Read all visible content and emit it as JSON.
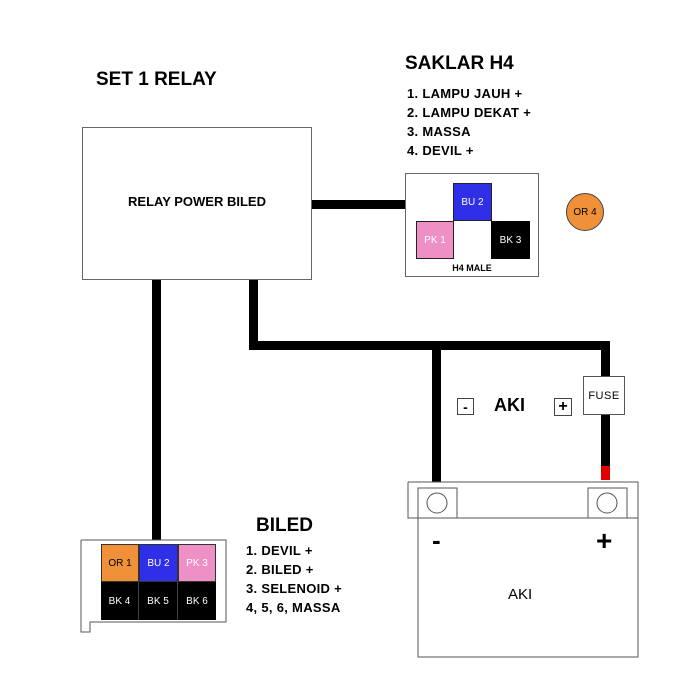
{
  "set_title": "SET 1 RELAY",
  "relay": {
    "label": "RELAY POWER BILED"
  },
  "saklar": {
    "title": "SAKLAR H4",
    "list": [
      "1. LAMPU JAUH +",
      "2. LAMPU DEKAT +",
      "3. MASSA",
      "4. DEVIL +"
    ],
    "connector_label": "H4 MALE",
    "pins": {
      "bu2": "BU 2",
      "pk1": "PK 1",
      "bk3": "BK 3"
    },
    "or4": "OR 4"
  },
  "aki": {
    "title": "AKI",
    "minus_sign": "-",
    "plus_sign": "+",
    "battery_label": "AKI",
    "terminal_minus": "-",
    "terminal_plus": "+",
    "fuse_label": "FUSE"
  },
  "biled": {
    "title": "BILED",
    "list": [
      "1. DEVIL +",
      "2. BILED +",
      "3. SELENOID +",
      "4, 5, 6, MASSA"
    ],
    "pins": {
      "or1": "OR 1",
      "bu2": "BU 2",
      "pk3": "PK 3",
      "bk4": "BK 4",
      "bk5": "BK 5",
      "bk6": "BK 6"
    }
  },
  "colors": {
    "orange": "#f0913a",
    "blue": "#2f2fe8",
    "pink": "#ee8fc6",
    "black": "#000000",
    "red": "#e00000"
  }
}
